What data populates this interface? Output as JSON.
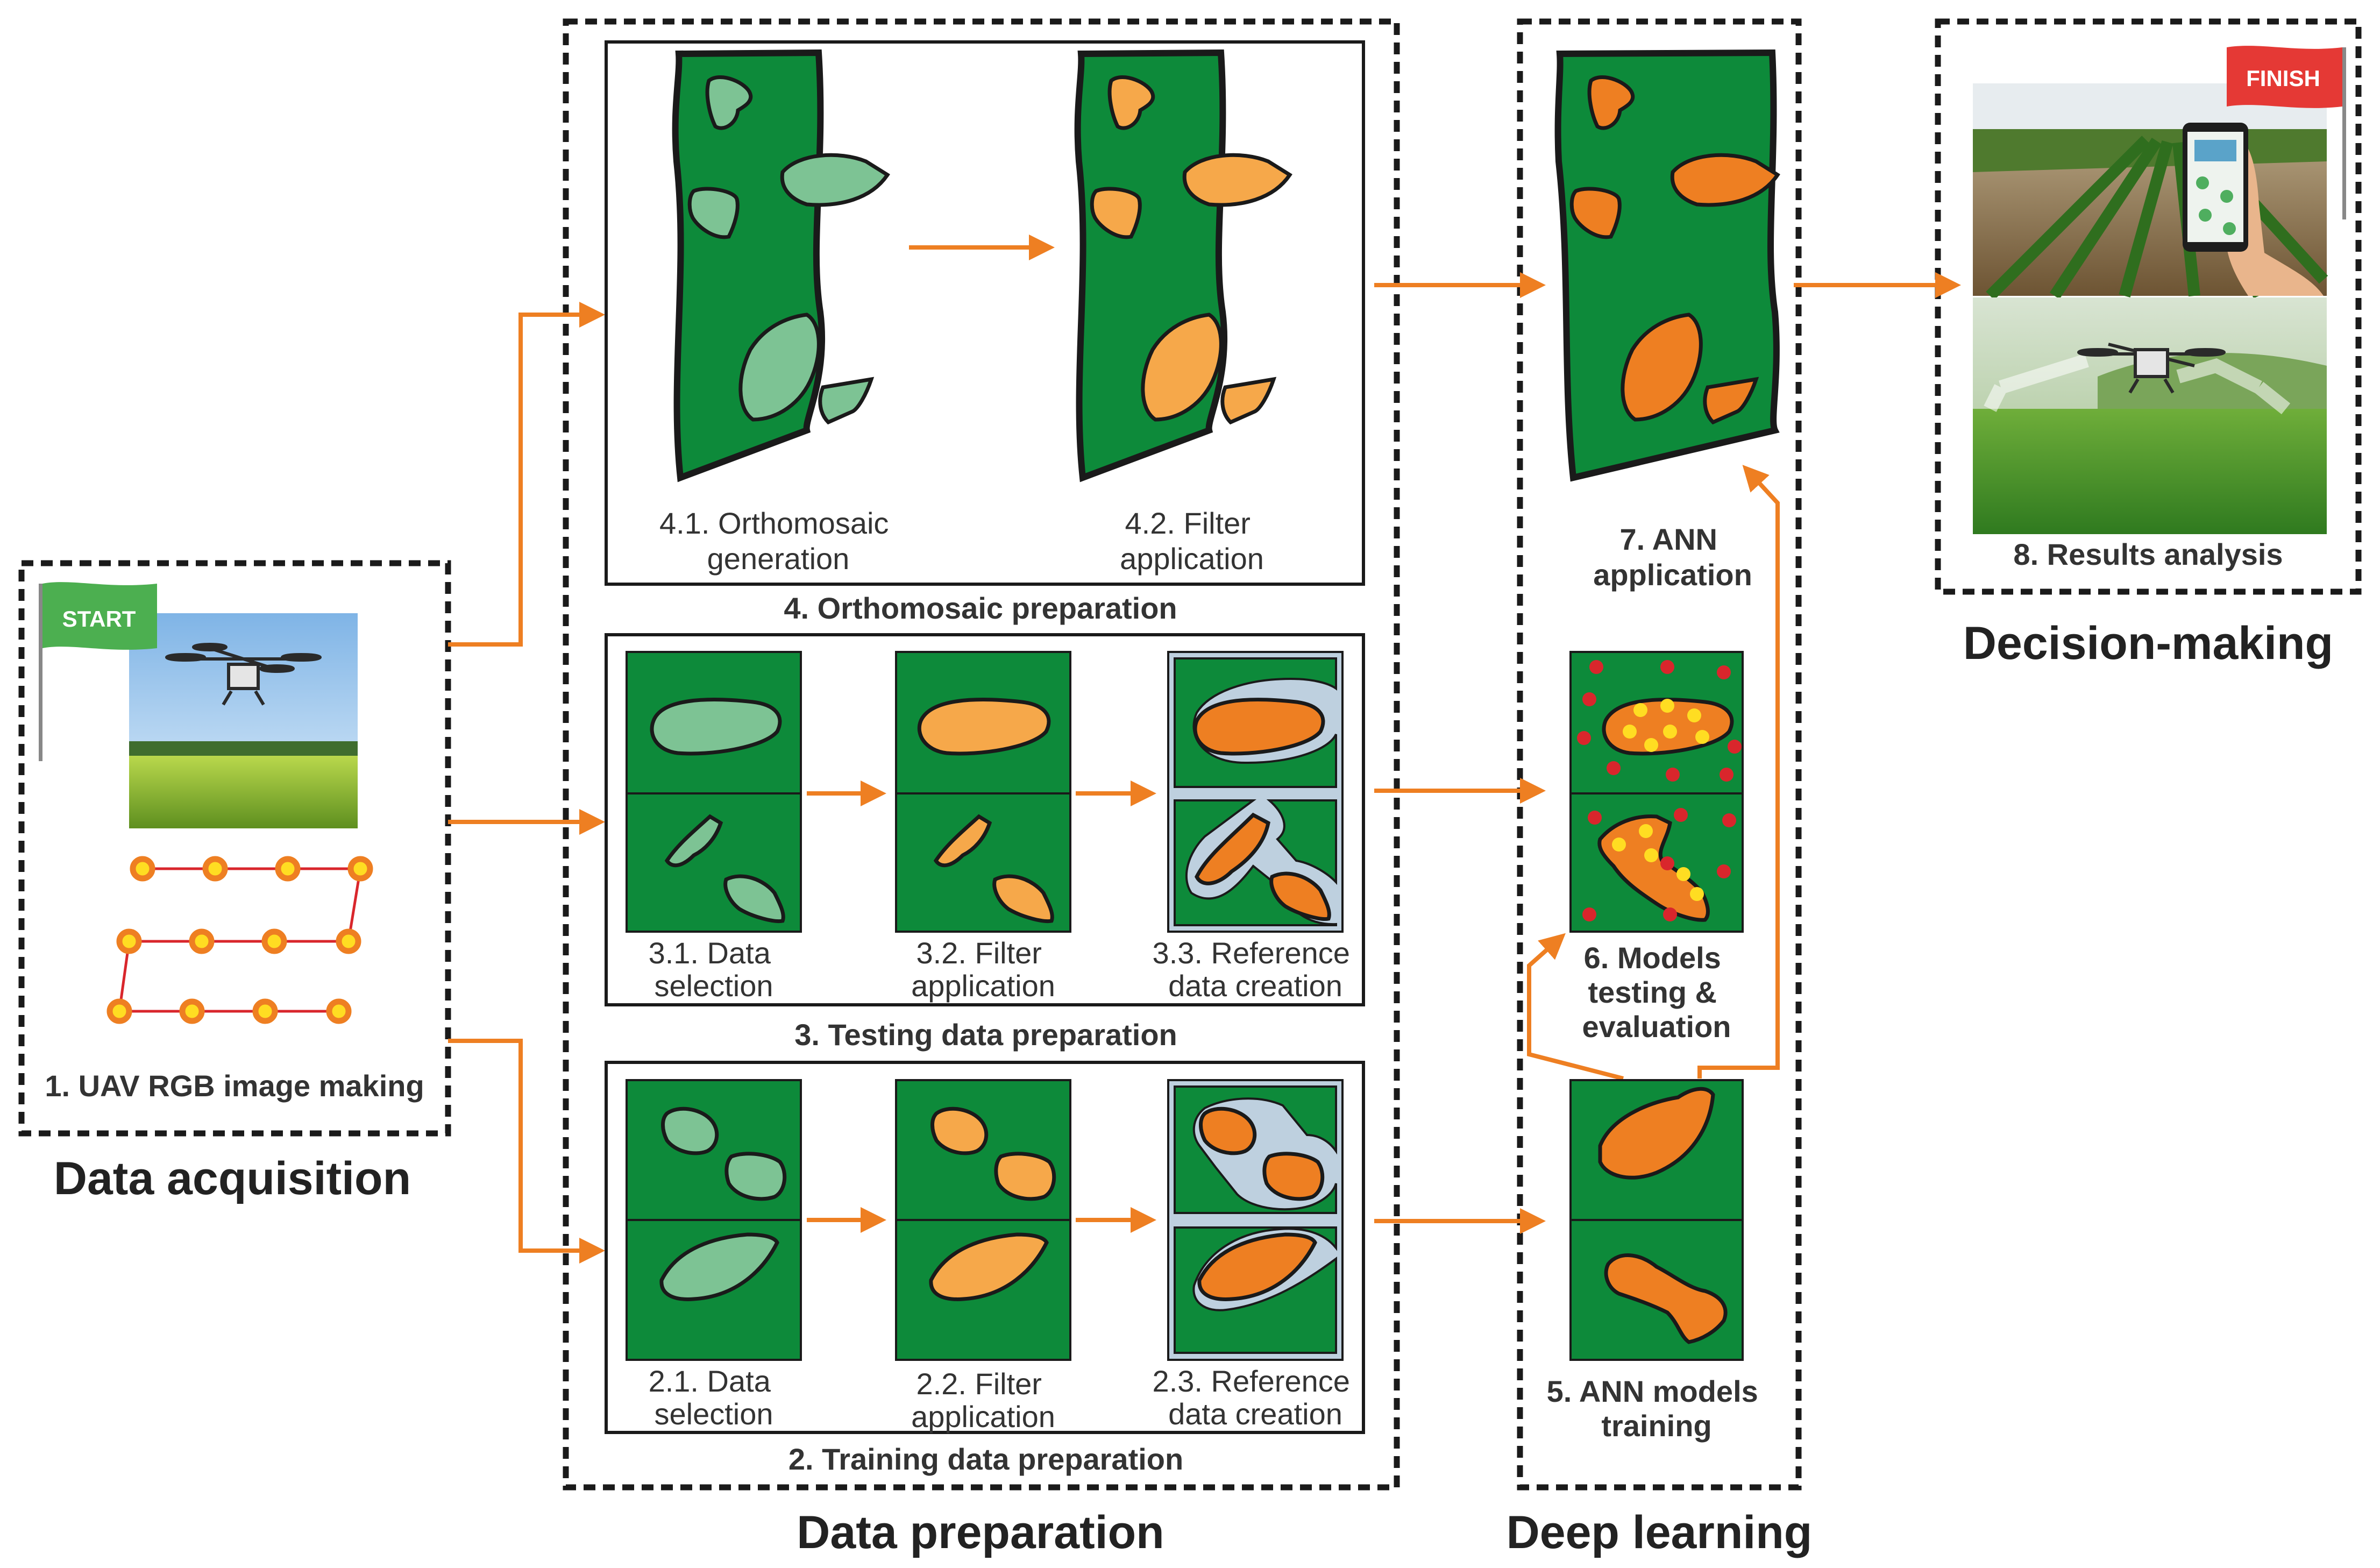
{
  "sections": {
    "data_acquisition": "Data acquisition",
    "data_preparation": "Data preparation",
    "deep_learning": "Deep learning",
    "decision_making": "Decision-making"
  },
  "flags": {
    "start": "START",
    "finish": "FINISH"
  },
  "steps": {
    "s1": "1. UAV RGB image making",
    "s2": "2. Training data preparation",
    "s2_1": [
      "2.1. Data",
      "selection"
    ],
    "s2_2": [
      "2.2. Filter",
      "application"
    ],
    "s2_3": [
      "2.3. Reference",
      "data creation"
    ],
    "s3": "3. Testing data preparation",
    "s3_1": [
      "3.1. Data",
      "selection"
    ],
    "s3_2": [
      "3.2. Filter",
      "application"
    ],
    "s3_3": [
      "3.3. Reference",
      "data creation"
    ],
    "s4": "4. Orthomosaic preparation",
    "s4_1": [
      "4.1. Orthomosaic",
      "generation"
    ],
    "s4_2": [
      "4.2. Filter",
      "application"
    ],
    "s5": [
      "5. ANN models",
      "training"
    ],
    "s6": [
      "6. Models",
      "testing &",
      "evaluation"
    ],
    "s7": [
      "7. ANN",
      "application"
    ],
    "s8": "8. Results analysis"
  },
  "colors": {
    "accent_orange": "#ee7f22",
    "field_green": "#0d8a3a",
    "light_green": "#7dc394",
    "light_orange": "#f6a84a",
    "point_red": "#d9262c",
    "point_yellow": "#ffdd22",
    "flag_green": "#4caf50",
    "flag_red": "#e53935"
  },
  "icons": [
    "drone-photo",
    "flight-path-icon",
    "field-phone-photo",
    "spraying-drone-photo"
  ]
}
